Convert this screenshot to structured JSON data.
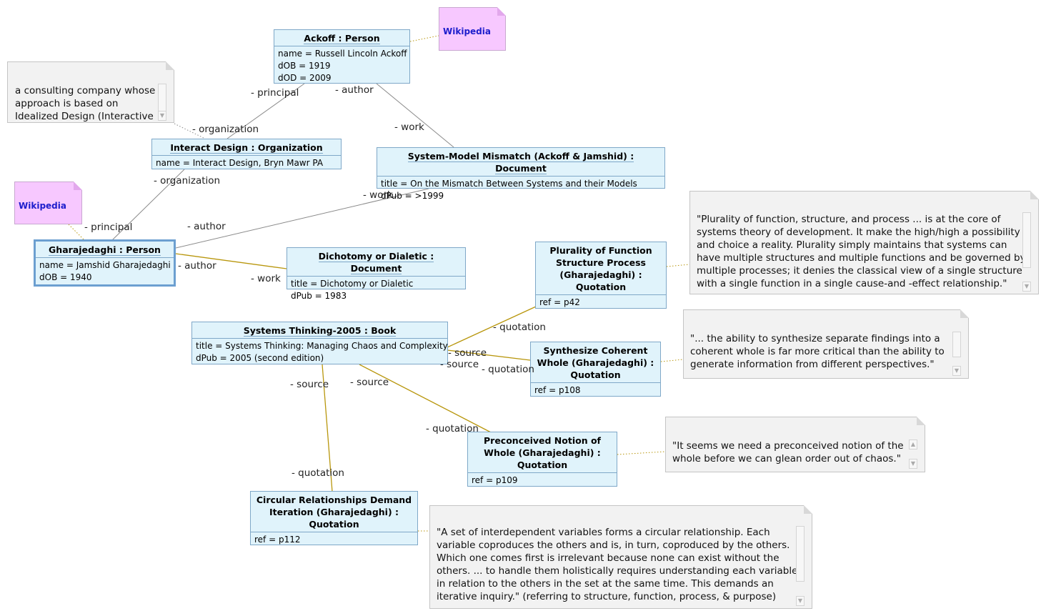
{
  "objects": {
    "ackoff": {
      "header": "Ackoff : Person",
      "attrs": [
        "name = Russell Lincoln Ackoff",
        "dOB = 1919",
        "dOD = 2009"
      ]
    },
    "interact": {
      "header": "Interact Design : Organization",
      "attrs": [
        "name = Interact Design, Bryn Mawr PA"
      ]
    },
    "mismatch": {
      "header": "System-Model Mismatch (Ackoff & Jamshid) : Document",
      "attrs": [
        "title = On the Mismatch Between Systems and their Models",
        "dPub = >1999"
      ]
    },
    "gharajedaghi": {
      "header": "Gharajedaghi : Person",
      "attrs": [
        "name = Jamshid Gharajedaghi",
        "dOB = 1940"
      ]
    },
    "dichotomy": {
      "header": "Dichotomy or Dialetic : Document",
      "attrs": [
        "title = Dichotomy or Dialetic",
        "dPub = 1983"
      ]
    },
    "plurality": {
      "header_lines": [
        "Plurality of Function",
        "Structure Process",
        "(Gharajedaghi) :",
        "Quotation"
      ],
      "attrs": [
        "ref = p42"
      ]
    },
    "book": {
      "header": "Systems Thinking-2005 : Book",
      "attrs": [
        "title = Systems Thinking: Managing Chaos and Complexity",
        "dPub = 2005 (second edition)"
      ]
    },
    "synthesize": {
      "header_lines": [
        "Synthesize Coherent",
        "Whole (Gharajedaghi) :",
        "Quotation"
      ],
      "attrs": [
        "ref = p108"
      ]
    },
    "preconceived": {
      "header_lines": [
        "Preconceived Notion of",
        "Whole (Gharajedaghi) :",
        "Quotation"
      ],
      "attrs": [
        "ref = p109"
      ]
    },
    "circular": {
      "header_lines": [
        "Circular Relationships Demand",
        "Iteration (Gharajedaghi) :",
        "Quotation"
      ],
      "attrs": [
        "ref = p112"
      ]
    }
  },
  "notes": {
    "interact_note": [
      "a consulting company whose",
      "approach is based on",
      "Idealized Design (Interactive"
    ],
    "plurality_note": [
      "\"Plurality of function, structure, and process ... is at the core of",
      "systems theory of development. It make the high/high a possibility",
      "and choice a reality. Plurality simply maintains that systems can",
      "have multiple structures and multiple functions and be governed by",
      "multiple processes; it denies the classical view of a single structure",
      "with a single function in a single cause-and -effect relationship.\""
    ],
    "synthesize_note": [
      "\"... the ability to synthesize separate findings into a",
      "coherent whole is far more critical than the ability to",
      "generate information from different perspectives.\""
    ],
    "preconceived_note": [
      "\"It seems we need a preconceived notion of the",
      "whole before we can glean order out of chaos.\""
    ],
    "circular_note": [
      "\"A set of interdependent variables forms a circular relationship. Each",
      "variable coproduces the others and is, in turn, coproduced by the others.",
      "Which one comes first is irrelevant because none can exist without the",
      "others. ... to handle them holistically requires understanding each variable",
      "in relation to the others in the set at the same time. This demands an",
      "iterative inquiry.\" (referring to structure, function, process, & purpose)"
    ]
  },
  "wikipedia": {
    "ackoff": "Wikipedia",
    "gharajedaghi": "Wikipedia"
  },
  "roles": {
    "principal": "- principal",
    "organization": "- organization",
    "author": "- author",
    "work": "- work",
    "quotation": "- quotation",
    "source": "- source"
  },
  "colors": {
    "object_fill": "#e0f3fb",
    "object_border": "#7fa8c8",
    "note_fill": "#f2f2f2",
    "wiki_fill": "#f7c8ff",
    "gray_link": "#8a8a8a",
    "gold_link": "#b8960c"
  }
}
